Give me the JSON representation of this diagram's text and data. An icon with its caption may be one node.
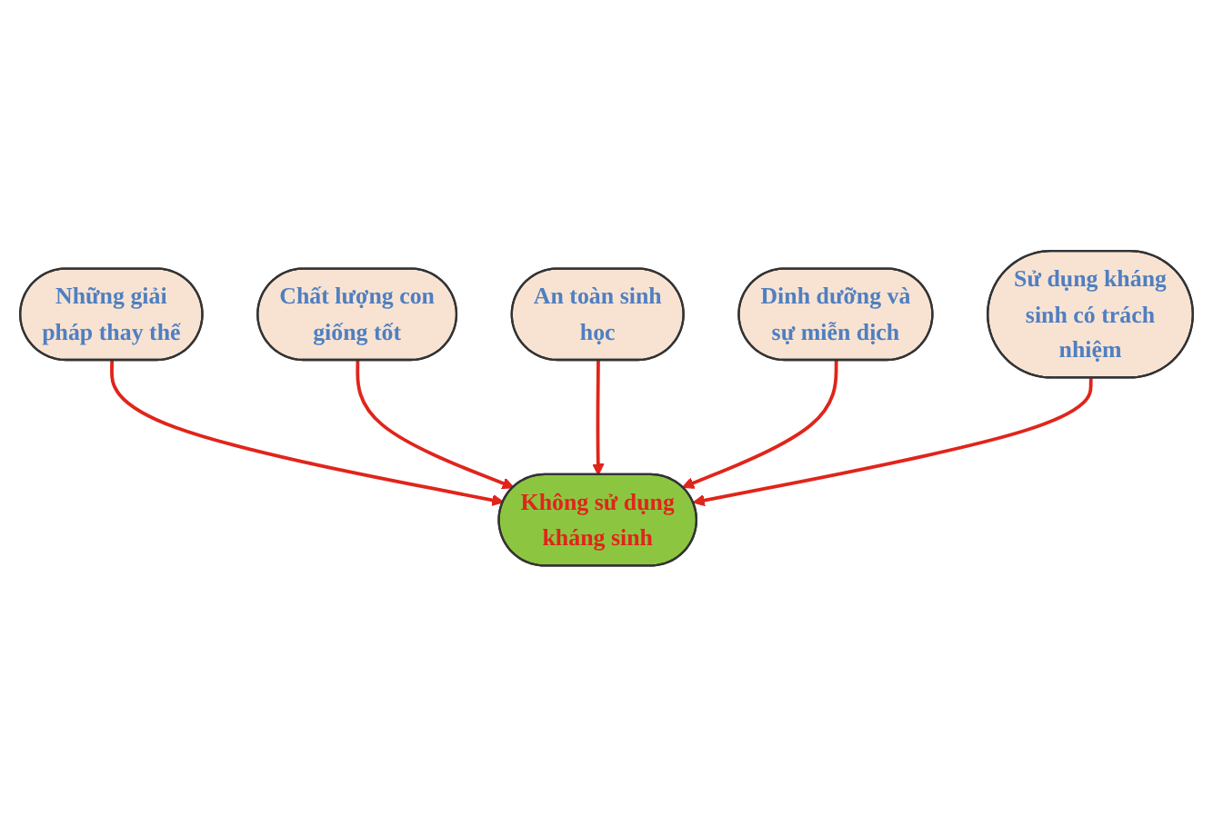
{
  "diagram": {
    "nodes": [
      {
        "text": [
          "Những giải pháp thay thế"
        ]
      },
      {
        "text": [
          "Chất lượng con giống tốt"
        ]
      },
      {
        "text": [
          "Không sử dụng kháng sinh"
        ]
      },
      {
        "text": [
          "An toàn sinh học"
        ]
      },
      {
        "text": [
          "Dinh dưỡng và sự miễn dịch"
        ]
      },
      {
        "text": [
          "Sử dụng kháng sinh có trách nhiệm"
        ]
      }
    ],
    "edges": [
      {
        "from": 0,
        "to": 2,
        "arrow": "to"
      },
      {
        "from": 1,
        "to": 2,
        "arrow": "to"
      },
      {
        "from": 3,
        "to": 2,
        "arrow": "to"
      },
      {
        "from": 4,
        "to": 2,
        "arrow": "to"
      },
      {
        "from": 5,
        "to": 2,
        "arrow": "to"
      }
    ]
  }
}
